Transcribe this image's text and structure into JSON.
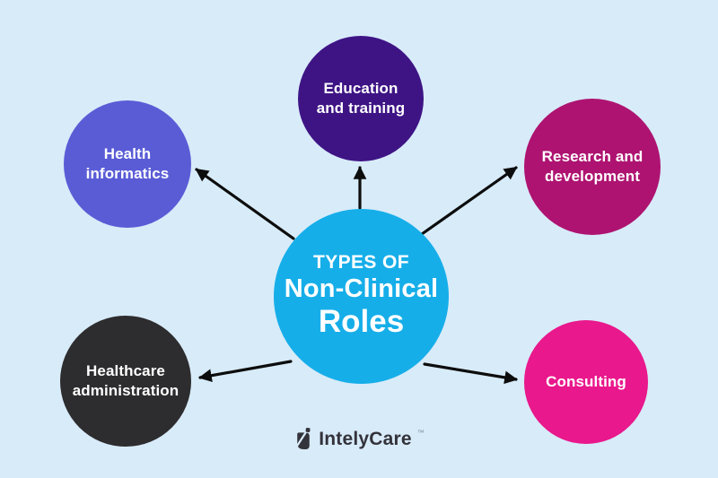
{
  "colors": {
    "background": "#d8ebf9",
    "arrow": "#0d0d0d",
    "node_text": "#ffffff"
  },
  "center_node": {
    "eyebrow": "TYPES OF",
    "line1": "Non-Clinical",
    "line2": "Roles",
    "color": "#16aee9",
    "text_color": "#ffffff"
  },
  "nodes": [
    {
      "id": "education-and-training",
      "label": "Education\nand training",
      "color": "#3e1485"
    },
    {
      "id": "health-informatics",
      "label": "Health\ninformatics",
      "color": "#5a5cd6"
    },
    {
      "id": "research-and-development",
      "label": "Research and\ndevelopment",
      "color": "#ae1371"
    },
    {
      "id": "healthcare-administration",
      "label": "Healthcare\nadministration",
      "color": "#2d2c2e"
    },
    {
      "id": "consulting",
      "label": "Consulting",
      "color": "#e9188c"
    }
  ],
  "logo": {
    "text": "IntelyCare",
    "trademark": "™",
    "color": "#33333b"
  }
}
